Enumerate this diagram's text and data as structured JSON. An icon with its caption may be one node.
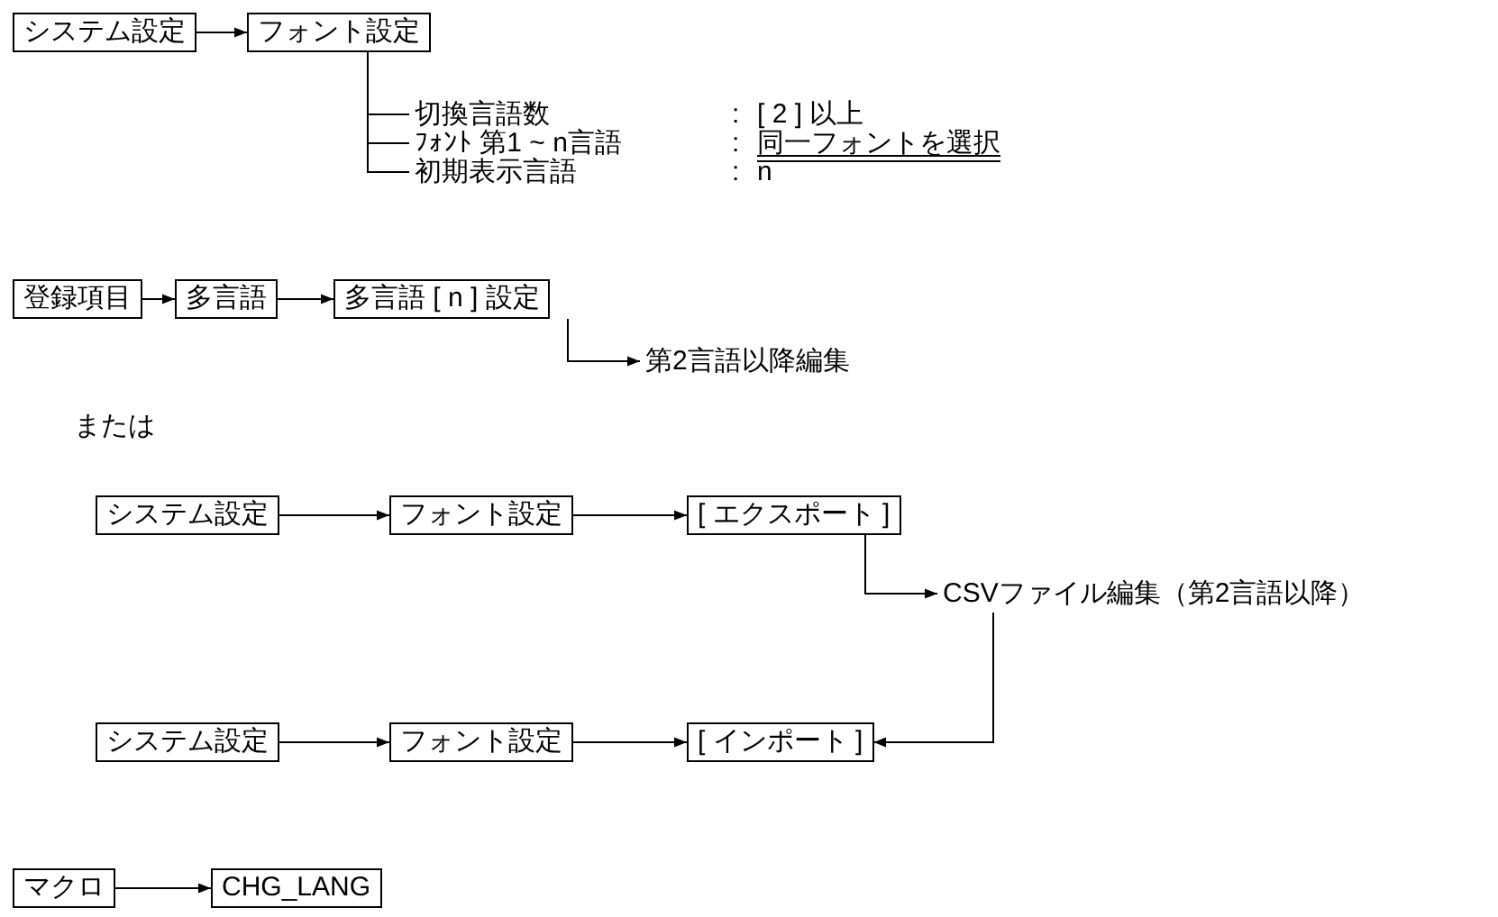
{
  "diagram": {
    "nodes": [
      {
        "text": [
          "システム設定"
        ]
      },
      {
        "text": [
          "フォント設定"
        ]
      },
      {
        "text": [
          "切換言語数",
          ":",
          "[ 2 ] 以上"
        ]
      },
      {
        "text": [
          "ﾌｫﾝﾄ 第1 ~ n言語",
          ":",
          "同一フォントを選択"
        ]
      },
      {
        "text": [
          "初期表示言語",
          ":",
          "n"
        ]
      },
      {
        "text": [
          "登録項目"
        ]
      },
      {
        "text": [
          "多言語"
        ]
      },
      {
        "text": [
          "多言語 [ n ] 設定"
        ]
      },
      {
        "text": [
          "第2言語以降編集"
        ]
      },
      {
        "text": [
          "システム設定"
        ]
      },
      {
        "text": [
          "フォント設定"
        ]
      },
      {
        "text": [
          "[ エクスポート ]"
        ]
      },
      {
        "text": [
          "CSVファイル編集（第2言語以降）"
        ]
      },
      {
        "text": [
          "システム設定"
        ]
      },
      {
        "text": [
          "フォント設定"
        ]
      },
      {
        "text": [
          "[ インポート ]"
        ]
      },
      {
        "text": [
          "マクロ"
        ]
      },
      {
        "text": [
          "CHG_LANG"
        ]
      }
    ],
    "edges": [
      {
        "from": 0,
        "to": 1,
        "arrow": "to"
      },
      {
        "from": 1,
        "to": 2,
        "arrow": "none"
      },
      {
        "from": 1,
        "to": 3,
        "arrow": "none"
      },
      {
        "from": 1,
        "to": 4,
        "arrow": "none"
      },
      {
        "from": 5,
        "to": 6,
        "arrow": "to"
      },
      {
        "from": 6,
        "to": 7,
        "arrow": "to"
      },
      {
        "from": 7,
        "to": 8,
        "arrow": "to"
      },
      {
        "from": 9,
        "to": 10,
        "arrow": "to"
      },
      {
        "from": 10,
        "to": 11,
        "arrow": "to"
      },
      {
        "from": 11,
        "to": 12,
        "arrow": "to"
      },
      {
        "from": 12,
        "to": 15,
        "arrow": "to"
      },
      {
        "from": 13,
        "to": 14,
        "arrow": "to"
      },
      {
        "from": 14,
        "to": 15,
        "arrow": "to"
      },
      {
        "from": 16,
        "to": 17,
        "arrow": "to"
      }
    ],
    "labels": [
      "または"
    ]
  }
}
